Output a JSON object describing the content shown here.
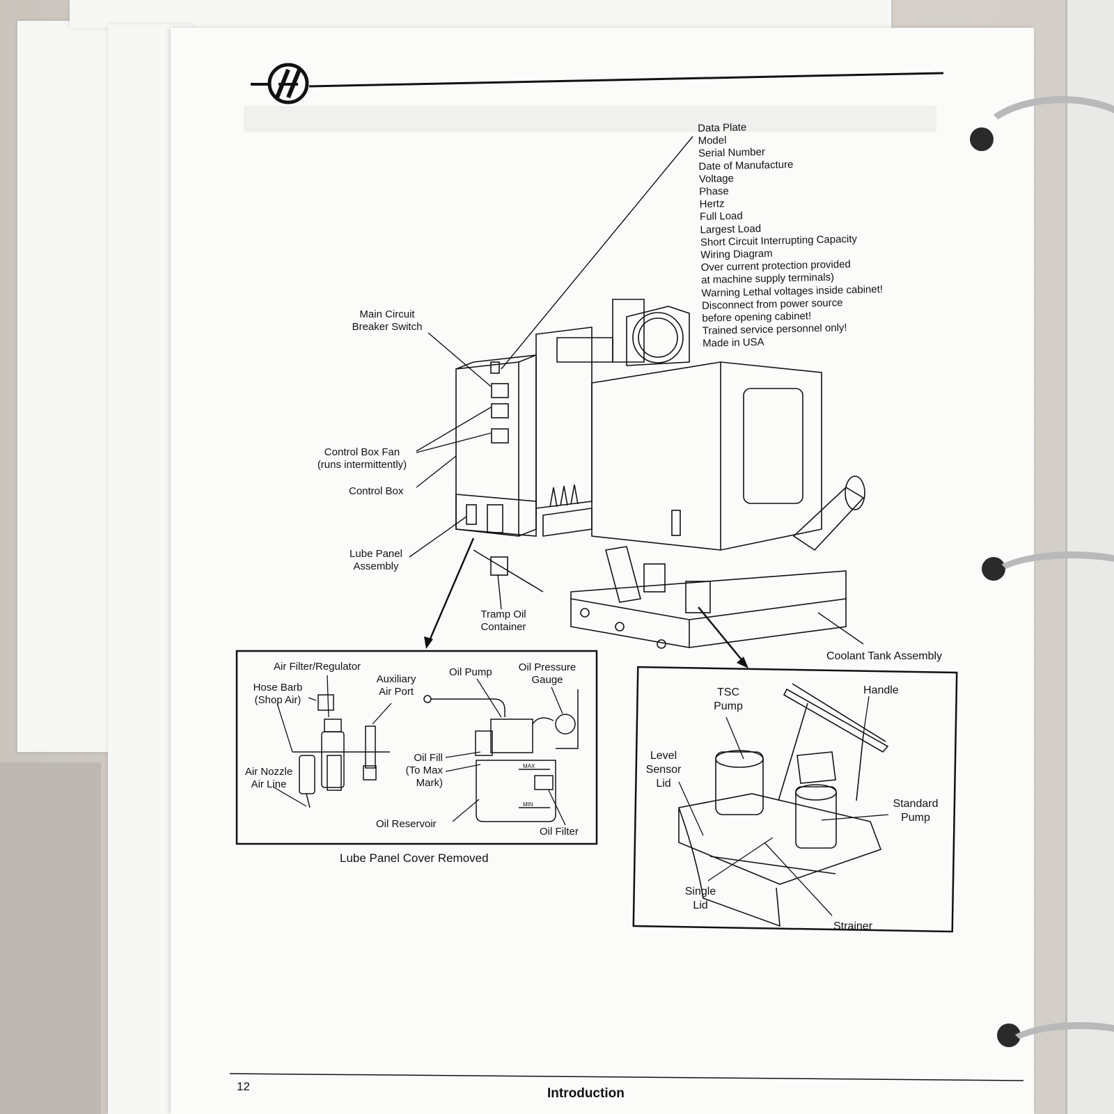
{
  "page": {
    "number": "12",
    "section": "Introduction"
  },
  "machine_labels": {
    "main_circuit_breaker": [
      "Main Circuit",
      "Breaker Switch"
    ],
    "control_box_fan": [
      "Control Box Fan",
      "(runs intermittently)"
    ],
    "control_box": "Control Box",
    "lube_panel_assembly": [
      "Lube Panel",
      "Assembly"
    ],
    "tramp_oil_container": [
      "Tramp Oil",
      "Container"
    ],
    "coolant_tank_assembly": "Coolant Tank Assembly"
  },
  "data_plate_items": [
    "Data Plate",
    "Model",
    "Serial Number",
    "Date of Manufacture",
    "Voltage",
    "Phase",
    "Hertz",
    "Full Load",
    "Largest Load",
    "Short Circuit Interrupting Capacity",
    "Wiring Diagram",
    "Over current protection provided",
    "at machine supply terminals)",
    "Warning Lethal voltages inside cabinet!",
    "Disconnect from power source",
    "before opening cabinet!",
    "Trained service personnel only!",
    "Made in USA"
  ],
  "lube_panel": {
    "caption": "Lube Panel Cover Removed",
    "air_filter_regulator": "Air Filter/Regulator",
    "hose_barb": [
      "Hose Barb",
      "(Shop Air)"
    ],
    "auxiliary_air_port": [
      "Auxiliary",
      "Air Port"
    ],
    "oil_pump": "Oil Pump",
    "oil_pressure_gauge": [
      "Oil Pressure",
      "Gauge"
    ],
    "air_nozzle_line": [
      "Air Nozzle",
      "Air Line"
    ],
    "oil_fill": [
      "Oil Fill",
      "(To Max",
      "Mark)"
    ],
    "oil_reservoir": "Oil Reservoir",
    "oil_filter": "Oil Filter",
    "max_mark": "MAX",
    "min_mark": "MIN"
  },
  "coolant_detail": {
    "tsc_pump": [
      "TSC",
      "Pump"
    ],
    "handle": "Handle",
    "level_sensor_lid": [
      "Level",
      "Sensor",
      "Lid"
    ],
    "standard_pump": [
      "Standard",
      "Pump"
    ],
    "single_lid": [
      "Single",
      "Lid"
    ],
    "strainer": "Strainer"
  }
}
